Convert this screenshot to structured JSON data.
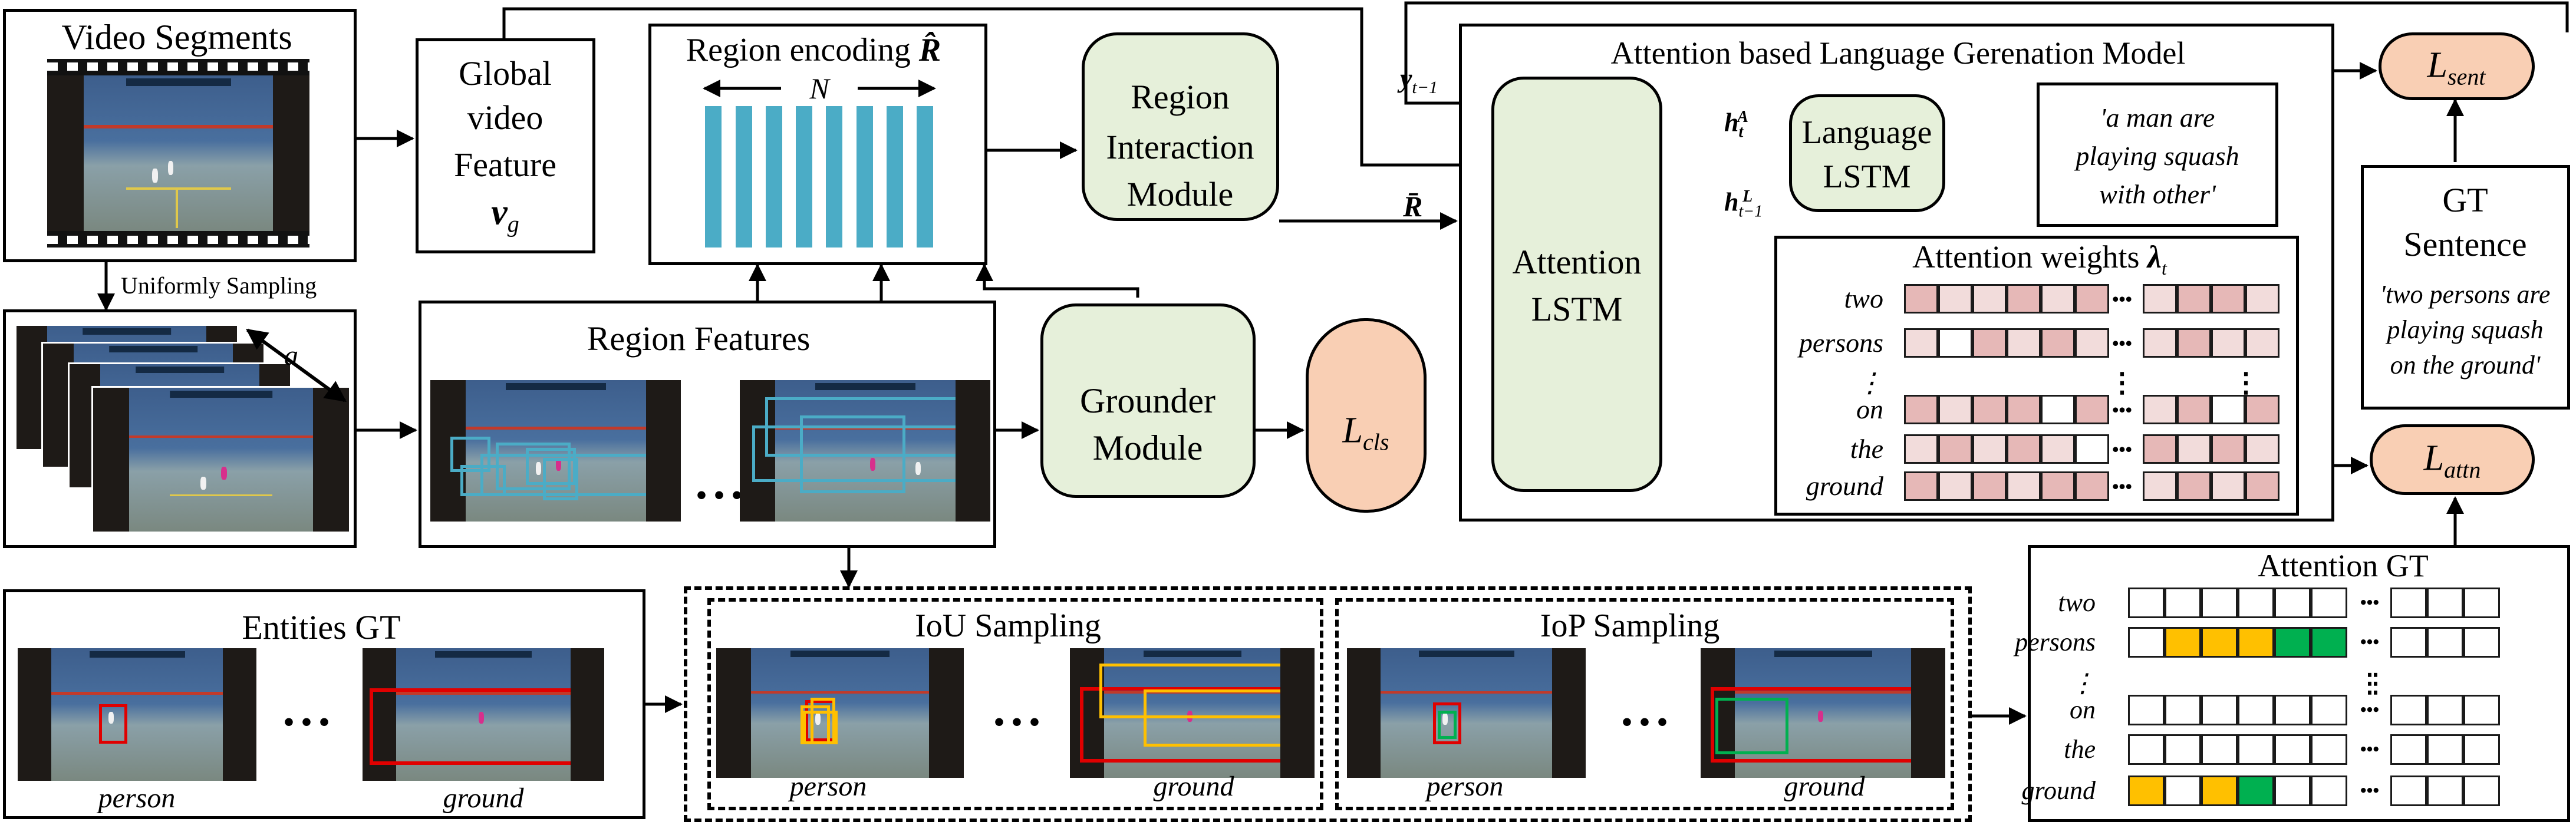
{
  "video_segments": {
    "title": "Video Segments"
  },
  "sampling": {
    "label": "Uniformly Sampling",
    "gap_symbol": "a"
  },
  "global_feature": {
    "line1": "Global",
    "line2": "video",
    "line3": "Feature",
    "symbol": "v",
    "subscript": "g"
  },
  "region_encoding": {
    "title": "Region encoding",
    "symbol": "R̂",
    "count_symbol": "N",
    "bar_color": "#4bacc6",
    "bar_count": 8
  },
  "region_interaction": {
    "line1": "Region",
    "line2": "Interaction",
    "line3": "Module"
  },
  "region_features": {
    "title": "Region Features",
    "ellipsis": "• • •"
  },
  "grounder": {
    "line1": "Grounder",
    "line2": "Module"
  },
  "loss_cls": {
    "symbol": "L",
    "subscript": "cls"
  },
  "r_bar": {
    "symbol": "R̄"
  },
  "y_input": {
    "symbol": "y",
    "subscript": "t−1"
  },
  "language_model": {
    "title": "Attention based Language Gerenation Model",
    "attention_lstm_line1": "Attention",
    "attention_lstm_line2": "LSTM",
    "language_lstm_line1": "Language",
    "language_lstm_line2": "LSTM",
    "h_attn": {
      "symbol": "h",
      "subscript": "t",
      "superscript": "A"
    },
    "h_lang": {
      "symbol": "h",
      "subscript": "t−1",
      "superscript": "L"
    },
    "generated_line1": "'a man are",
    "generated_line2": "playing squash",
    "generated_line3": "with other'"
  },
  "attention_weights": {
    "title": "Attention weights",
    "symbol": "λ",
    "subscript": "t",
    "words": [
      "two",
      "persons",
      "⋮",
      "on",
      "the",
      "ground"
    ],
    "vdots": "⋮",
    "hdots": "•••",
    "rows": [
      [
        "#e6b8b7",
        "#f2dcdb",
        "#f2dcdb",
        "#e6b8b7",
        "#f2dcdb",
        "#e6b8b7",
        "#f2dcdb",
        "#e6b8b7",
        "#e6b8b7",
        "#f2dcdb"
      ],
      [
        "#f2dcdb",
        "#ffffff",
        "#e6b8b7",
        "#f2dcdb",
        "#e6b8b7",
        "#f2dcdb",
        "#f2dcdb",
        "#e6b8b7",
        "#f2dcdb",
        "#f2dcdb"
      ],
      null,
      [
        "#e6b8b7",
        "#f2dcdb",
        "#e6b8b7",
        "#e6b8b7",
        "#ffffff",
        "#e6b8b7",
        "#f2dcdb",
        "#e6b8b7",
        "#ffffff",
        "#e6b8b7"
      ],
      [
        "#f2dcdb",
        "#e6b8b7",
        "#f2dcdb",
        "#e6b8b7",
        "#f2dcdb",
        "#ffffff",
        "#e6b8b7",
        "#f2dcdb",
        "#e6b8b7",
        "#f2dcdb"
      ],
      [
        "#e6b8b7",
        "#f2dcdb",
        "#e6b8b7",
        "#f2dcdb",
        "#e6b8b7",
        "#e6b8b7",
        "#f2dcdb",
        "#e6b8b7",
        "#f2dcdb",
        "#e6b8b7"
      ]
    ]
  },
  "loss_sent": {
    "symbol": "L",
    "subscript": "sent"
  },
  "loss_attn": {
    "symbol": "L",
    "subscript": "attn"
  },
  "gt_sentence": {
    "line1": "GT",
    "line2": "Sentence",
    "quote1": "'two persons are",
    "quote2": "playing squash",
    "quote3": "on the ground'"
  },
  "entities_gt": {
    "title": "Entities GT",
    "label_person": "person",
    "label_ground": "ground",
    "ellipsis": "• • •"
  },
  "iou_sampling": {
    "title": "IoU Sampling",
    "label_person": "person",
    "label_ground": "ground",
    "ellipsis": "• • •"
  },
  "iop_sampling": {
    "title": "IoP Sampling",
    "label_person": "person",
    "label_ground": "ground",
    "ellipsis": "• • •"
  },
  "attention_gt": {
    "title": "Attention GT",
    "words": [
      "two",
      "persons",
      "⋮",
      "on",
      "the",
      "ground"
    ],
    "vdots": "⋮",
    "hdots": "•••",
    "rows": [
      [
        "#ffffff",
        "#ffffff",
        "#ffffff",
        "#ffffff",
        "#ffffff",
        "#ffffff",
        "#ffffff",
        "#ffffff",
        "#ffffff"
      ],
      [
        "#ffffff",
        "#ffc000",
        "#ffc000",
        "#ffc000",
        "#00b050",
        "#00b050",
        "#ffffff",
        "#ffffff",
        "#ffffff"
      ],
      null,
      [
        "#ffffff",
        "#ffffff",
        "#ffffff",
        "#ffffff",
        "#ffffff",
        "#ffffff",
        "#ffffff",
        "#ffffff",
        "#ffffff"
      ],
      [
        "#ffffff",
        "#ffffff",
        "#ffffff",
        "#ffffff",
        "#ffffff",
        "#ffffff",
        "#ffffff",
        "#ffffff",
        "#ffffff"
      ],
      [
        "#ffc000",
        "#ffffff",
        "#ffc000",
        "#00b050",
        "#ffffff",
        "#ffffff",
        "#ffffff",
        "#ffffff",
        "#ffffff"
      ]
    ]
  },
  "colors": {
    "module_fill": "#e6f0da",
    "loss_fill": "#f9cfb4",
    "region_box": "#4bacc6",
    "gt_box": "#e00000",
    "iou_box": "#ffc000",
    "iop_box": "#00b050"
  }
}
